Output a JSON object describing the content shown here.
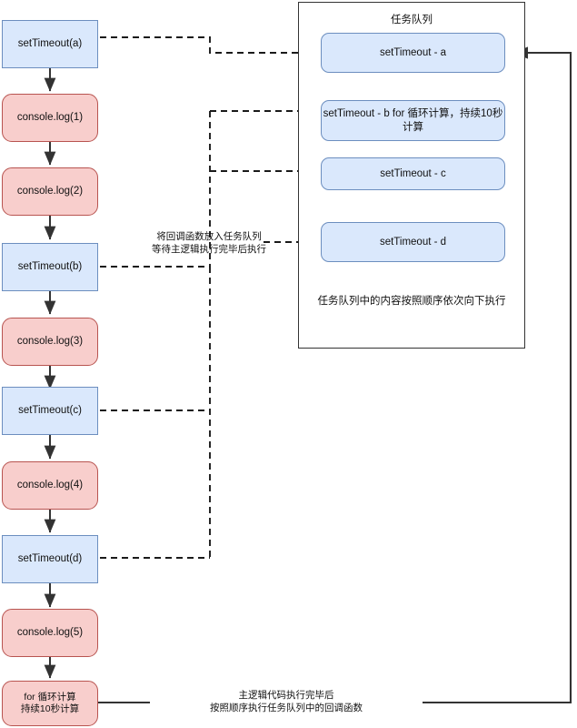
{
  "diagram": {
    "title_hidden": "JavaScript Event Loop / Task Queue",
    "colors": {
      "blue_fill": "#dae8fc",
      "blue_stroke": "#6c8ebf",
      "red_fill": "#f8cecc",
      "red_stroke": "#b85450",
      "edge": "#333333",
      "container_stroke": "#333333"
    }
  },
  "main_flow": {
    "nodes": [
      {
        "id": "st-a",
        "label": "setTimeout(a)",
        "type": "blue"
      },
      {
        "id": "log-1",
        "label": "console.log(1)",
        "type": "red"
      },
      {
        "id": "log-2",
        "label": "console.log(2)",
        "type": "red"
      },
      {
        "id": "st-b",
        "label": "setTimeout(b)",
        "type": "blue"
      },
      {
        "id": "log-3",
        "label": "console.log(3)",
        "type": "red"
      },
      {
        "id": "st-c",
        "label": "setTimeout(c)",
        "type": "blue"
      },
      {
        "id": "log-4",
        "label": "console.log(4)",
        "type": "red"
      },
      {
        "id": "st-d",
        "label": "setTimeout(d)",
        "type": "blue"
      },
      {
        "id": "log-5",
        "label": "console.log(5)",
        "type": "red"
      },
      {
        "id": "for-loop",
        "label": "for 循环计算\n持续10秒计算",
        "type": "red"
      }
    ]
  },
  "task_queue": {
    "title": "任务队列",
    "footer": "任务队列中的内容按照顺序依次向下执行",
    "items": [
      {
        "id": "q-a",
        "label": "setTimeout - a"
      },
      {
        "id": "q-b",
        "label": "setTimeout - b\nfor 循环计算，持续10秒计算"
      },
      {
        "id": "q-c",
        "label": "setTimeout - c"
      },
      {
        "id": "q-d",
        "label": "setTimeout - d"
      }
    ]
  },
  "annotations": {
    "enqueue": "将回调函数放入任务队列\n等待主逻辑执行完毕后执行",
    "drain": "主逻辑代码执行完毕后\n按照顺序执行任务队列中的回调函数"
  }
}
